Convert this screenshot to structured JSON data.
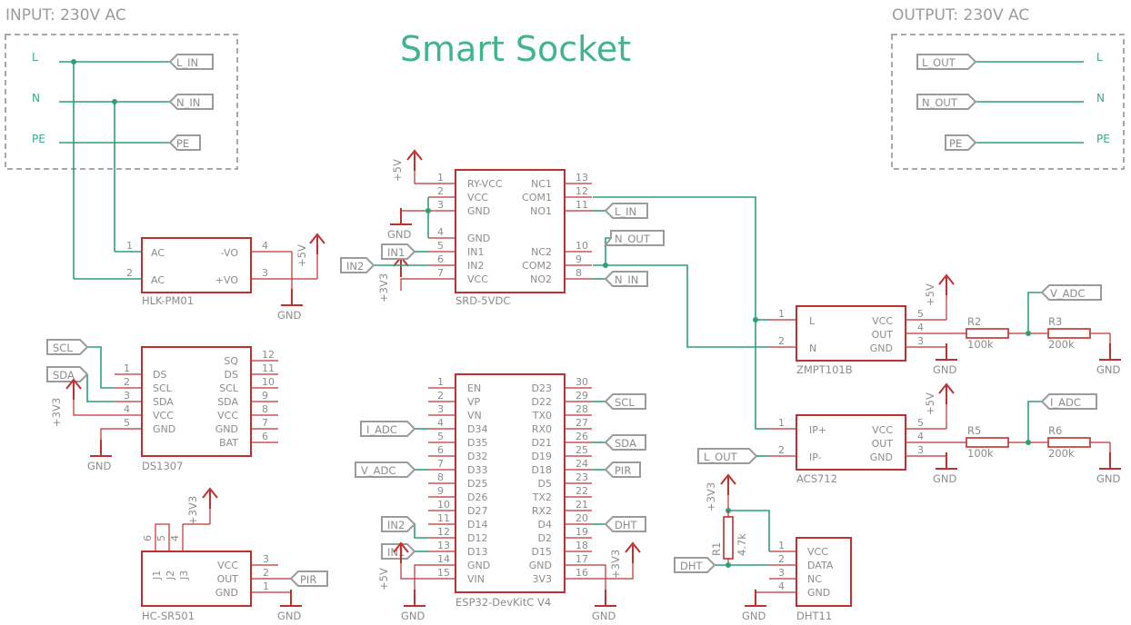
{
  "title": "Smart Socket",
  "input_frame": {
    "title": "INPUT: 230V AC",
    "lines": [
      "L",
      "N",
      "PE"
    ],
    "labels": [
      "L_IN",
      "N_IN",
      "PE"
    ]
  },
  "output_frame": {
    "title": "OUTPUT: 230V AC",
    "lines": [
      "L",
      "N",
      "PE"
    ],
    "labels": [
      "L_OUT",
      "N_OUT",
      "PE"
    ]
  },
  "power": {
    "p5v": "+5V",
    "p3v3": "+3V3",
    "gnd": "GND"
  },
  "hlk": {
    "name": "HLK-PM01",
    "left_pins": [
      {
        "num": "1",
        "name": "AC"
      },
      {
        "num": "2",
        "name": "AC"
      }
    ],
    "right_pins": [
      {
        "num": "4",
        "name": "-VO"
      },
      {
        "num": "3",
        "name": "+VO"
      }
    ]
  },
  "relay": {
    "name": "SRD-5VDC",
    "left_pins": [
      {
        "num": "1",
        "name": "RY-VCC"
      },
      {
        "num": "2",
        "name": "VCC"
      },
      {
        "num": "3",
        "name": "GND"
      },
      {
        "num": "4",
        "name": "GND"
      },
      {
        "num": "5",
        "name": "IN1"
      },
      {
        "num": "6",
        "name": "IN2"
      },
      {
        "num": "7",
        "name": "VCC"
      }
    ],
    "right_pins": [
      {
        "num": "13",
        "name": "NC1"
      },
      {
        "num": "12",
        "name": "COM1"
      },
      {
        "num": "11",
        "name": "NO1"
      },
      {
        "num": "10",
        "name": "NC2"
      },
      {
        "num": "9",
        "name": "COM2"
      },
      {
        "num": "8",
        "name": "NO2"
      }
    ],
    "nets": {
      "in1": "IN1",
      "in2": "IN2",
      "l_in": "L_IN",
      "n_out": "N_OUT",
      "n_in": "N_IN"
    }
  },
  "ds1307": {
    "name": "DS1307",
    "left_pins": [
      {
        "num": "1",
        "name": "DS"
      },
      {
        "num": "2",
        "name": "SCL"
      },
      {
        "num": "3",
        "name": "SDA"
      },
      {
        "num": "4",
        "name": "VCC"
      },
      {
        "num": "5",
        "name": "GND"
      }
    ],
    "right_pins": [
      {
        "num": "12",
        "name": "SQ"
      },
      {
        "num": "11",
        "name": "DS"
      },
      {
        "num": "10",
        "name": "SCL"
      },
      {
        "num": "9",
        "name": "SDA"
      },
      {
        "num": "8",
        "name": "VCC"
      },
      {
        "num": "7",
        "name": "GND"
      },
      {
        "num": "6",
        "name": "BAT"
      }
    ],
    "nets": {
      "scl": "SCL",
      "sda": "SDA"
    }
  },
  "esp32": {
    "name": "ESP32-DevKitC V4",
    "left_pins": [
      {
        "num": "1",
        "name": "EN"
      },
      {
        "num": "2",
        "name": "VP"
      },
      {
        "num": "3",
        "name": "VN"
      },
      {
        "num": "4",
        "name": "D34"
      },
      {
        "num": "5",
        "name": "D35"
      },
      {
        "num": "6",
        "name": "D32"
      },
      {
        "num": "7",
        "name": "D33"
      },
      {
        "num": "8",
        "name": "D25"
      },
      {
        "num": "9",
        "name": "D26"
      },
      {
        "num": "10",
        "name": "D27"
      },
      {
        "num": "11",
        "name": "D14"
      },
      {
        "num": "12",
        "name": "D12"
      },
      {
        "num": "13",
        "name": "D13"
      },
      {
        "num": "14",
        "name": "GND"
      },
      {
        "num": "15",
        "name": "VIN"
      }
    ],
    "right_pins": [
      {
        "num": "30",
        "name": "D23"
      },
      {
        "num": "29",
        "name": "D22"
      },
      {
        "num": "28",
        "name": "TX0"
      },
      {
        "num": "27",
        "name": "RX0"
      },
      {
        "num": "26",
        "name": "D21"
      },
      {
        "num": "25",
        "name": "D19"
      },
      {
        "num": "24",
        "name": "D18"
      },
      {
        "num": "23",
        "name": "D5"
      },
      {
        "num": "22",
        "name": "TX2"
      },
      {
        "num": "21",
        "name": "RX2"
      },
      {
        "num": "20",
        "name": "D4"
      },
      {
        "num": "19",
        "name": "D2"
      },
      {
        "num": "18",
        "name": "D15"
      },
      {
        "num": "17",
        "name": "GND"
      },
      {
        "num": "16",
        "name": "3V3"
      }
    ],
    "nets": {
      "i_adc": "I_ADC",
      "v_adc": "V_ADC",
      "in2": "IN2",
      "in1": "IN1",
      "scl": "SCL",
      "sda": "SDA",
      "pir": "PIR",
      "dht": "DHT"
    }
  },
  "hcsr501": {
    "name": "HC-SR501",
    "jumpers": [
      {
        "num": "6",
        "name": "J1"
      },
      {
        "num": "5",
        "name": "J2"
      },
      {
        "num": "4",
        "name": "J3"
      }
    ],
    "right_pins": [
      {
        "num": "3",
        "name": "VCC"
      },
      {
        "num": "2",
        "name": "OUT"
      },
      {
        "num": "1",
        "name": "GND"
      }
    ],
    "nets": {
      "pir": "PIR"
    }
  },
  "zmpt": {
    "name": "ZMPT101B",
    "left_pins": [
      {
        "num": "1",
        "name": "L"
      },
      {
        "num": "2",
        "name": "N"
      }
    ],
    "right_pins": [
      {
        "num": "5",
        "name": "VCC"
      },
      {
        "num": "4",
        "name": "OUT"
      },
      {
        "num": "3",
        "name": "GND"
      }
    ]
  },
  "acs": {
    "name": "ACS712",
    "left_pins": [
      {
        "num": "1",
        "name": "IP+"
      },
      {
        "num": "2",
        "name": "IP-"
      }
    ],
    "right_pins": [
      {
        "num": "5",
        "name": "VCC"
      },
      {
        "num": "4",
        "name": "OUT"
      },
      {
        "num": "3",
        "name": "GND"
      }
    ],
    "nets": {
      "l_out": "L_OUT"
    }
  },
  "dht11": {
    "name": "DHT11",
    "left_pins": [
      {
        "num": "1",
        "name": "VCC"
      },
      {
        "num": "2",
        "name": "DATA"
      },
      {
        "num": "3",
        "name": "NC"
      },
      {
        "num": "4",
        "name": "GND"
      }
    ],
    "nets": {
      "dht": "DHT"
    }
  },
  "resistors": {
    "r2": {
      "name": "R2",
      "value": "100k"
    },
    "r3": {
      "name": "R3",
      "value": "200k"
    },
    "r5": {
      "name": "R5",
      "value": "100k"
    },
    "r6": {
      "name": "R6",
      "value": "200k"
    },
    "r1": {
      "name": "R1",
      "value": "4.7k"
    }
  },
  "divider_nets": {
    "v_adc": "V_ADC",
    "i_adc": "I_ADC"
  }
}
